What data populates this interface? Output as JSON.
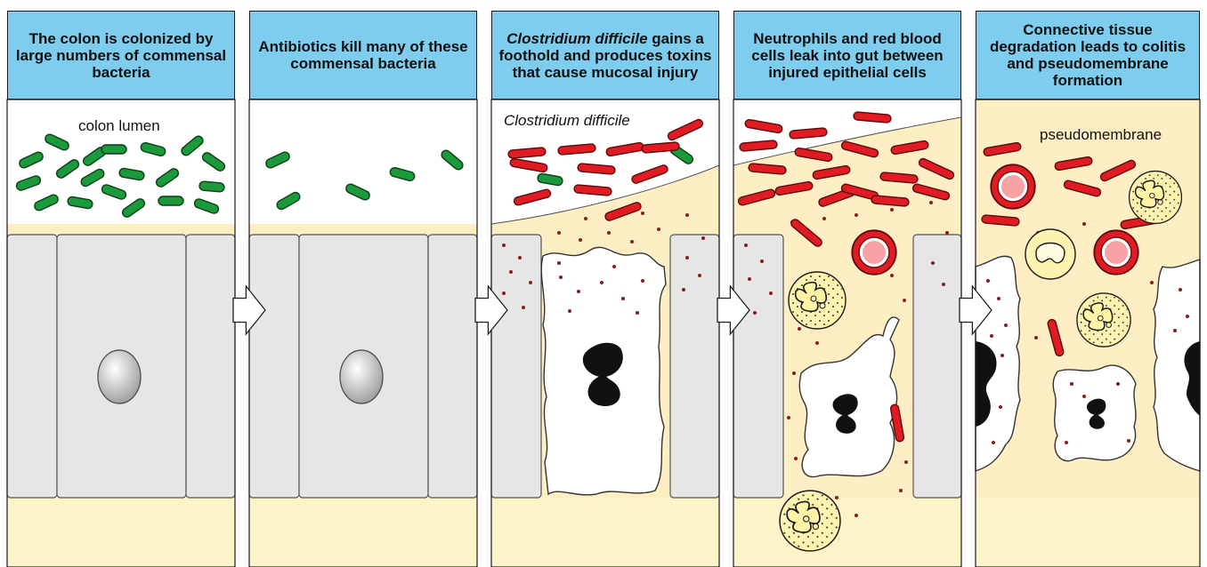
{
  "panels": [
    {
      "title": "The colon is colonized by large numbers of commensal bacteria"
    },
    {
      "title": "Antibiotics kill many of these commensal bacteria"
    },
    {
      "title_italic": "Clostridium difficile",
      "title_rest": " gains a foothold and produces toxins that cause mucosal injury"
    },
    {
      "title": "Neutrophils and red blood cells leak into gut between injured epithelial cells"
    },
    {
      "title": "Connective tissue degradation leads to colitis and pseudomembrane formation"
    }
  ],
  "labels": {
    "colon_lumen": "colon lumen",
    "clostridium": "Clostridium difficile",
    "pseudomembrane": "pseudomembrane"
  },
  "colors": {
    "header_blue": "#7ecdee",
    "tissue_cream": "#fde9b8",
    "epithelial_grey": "#e6e6e6",
    "commensal_green": "#1a9a3a",
    "c_difficile_red": "#e11b22",
    "toxin_dot": "#8a1c22",
    "neutrophil_yellow": "#fdf3b0"
  }
}
